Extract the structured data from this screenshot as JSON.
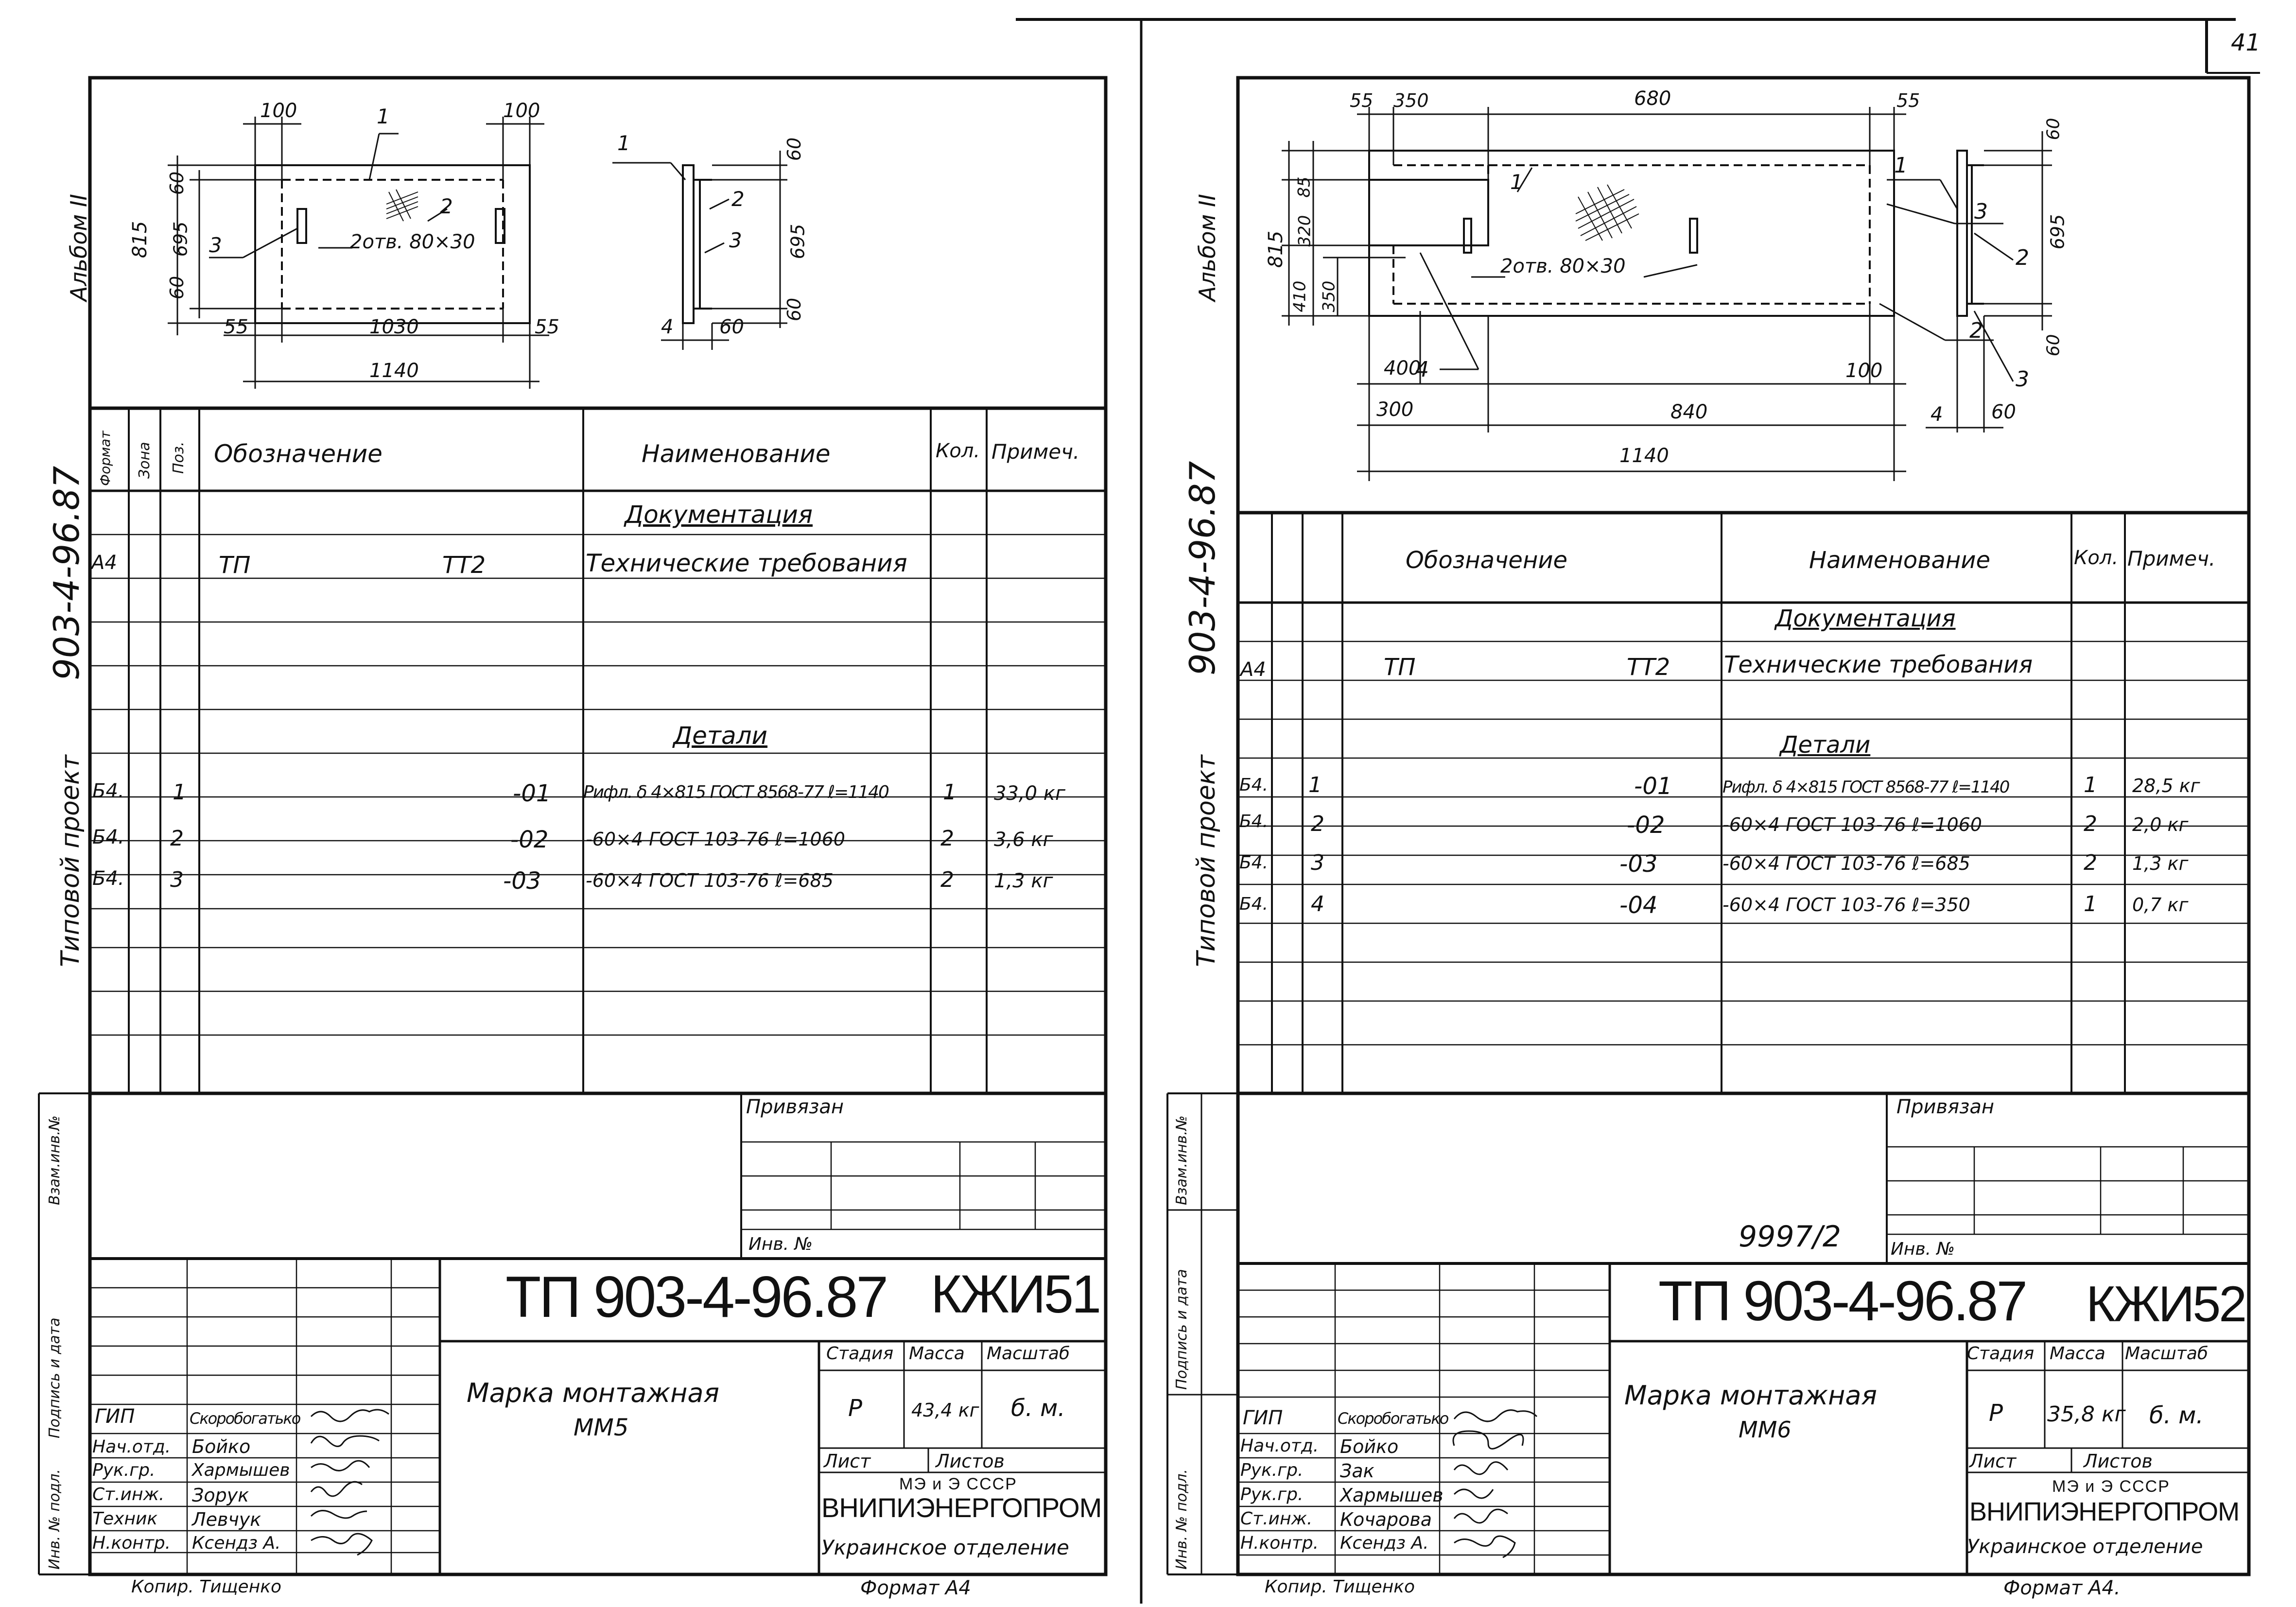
{
  "page_number": "41",
  "sheets": [
    {
      "album_label": "Альбом II",
      "project_label": "Типовой проект",
      "project_code": "903-4-96.87",
      "side_labels": [
        "Взам.инв.№",
        "Подпись и дата",
        "Инв. № подл."
      ],
      "drawing": {
        "dims": [
          "100",
          "100",
          "60",
          "695",
          "60",
          "815",
          "55",
          "1030",
          "55",
          "1140",
          "60",
          "695",
          "60",
          "60",
          "4"
        ],
        "callouts": [
          "1",
          "2",
          "3",
          "2",
          "3",
          "1"
        ],
        "hole_note": "2отв. 80×30"
      },
      "spec": {
        "headers": [
          "Формат",
          "Зона",
          "Поз.",
          "Обозначение",
          "Наименование",
          "Кол.",
          "Примеч."
        ],
        "section_doc": "Документация",
        "section_parts": "Детали",
        "doc_row": {
          "format": "А4",
          "designation": "ТП",
          "designation2": "ТТ2",
          "name": "Технические требования"
        },
        "rows": [
          {
            "format": "Б4.",
            "pos": "1",
            "designation": "-01",
            "name": "Рифл. δ 4×815 ГОСТ 8568-77 ℓ=1140",
            "qty": "1",
            "note": "33,0 кг"
          },
          {
            "format": "Б4.",
            "pos": "2",
            "designation": "-02",
            "name": "-60×4 ГОСТ 103-76  ℓ=1060",
            "qty": "2",
            "note": "3,6 кг"
          },
          {
            "format": "Б4.",
            "pos": "3",
            "designation": "-03",
            "name": "-60×4 ГОСТ 103-76  ℓ=685",
            "qty": "2",
            "note": "1,3 кг"
          }
        ]
      },
      "stamp": {
        "privyazan": "Привязан",
        "inv_no": "Инв. №",
        "code": "ТП  903-4-96.87",
        "mark": "КЖИ51",
        "title_line1": "Марка монтажная",
        "title_line2": "ММ5",
        "stage_label": "Стадия",
        "mass_label": "Масса",
        "scale_label": "Масштаб",
        "stage": "Р",
        "mass": "43,4 кг",
        "scale": "б. м.",
        "sheet_label": "Лист",
        "sheets_label": "Листов",
        "org1": "МЭ и Э СССР",
        "org2": "ВНИПИЭНЕРГОПРОМ",
        "org3": "Украинское отделение",
        "roles": [
          "ГИП",
          "Нач.отд.",
          "Рук.гр.",
          "Ст.инж.",
          "Техник",
          "Н.контр."
        ],
        "names": [
          "Скоробогатько",
          "Бойко",
          "Хармышев",
          "Зорук",
          "Левчук",
          "Ксендз А."
        ],
        "copy": "Копир. Тищенко",
        "format": "Формат А4"
      }
    },
    {
      "album_label": "Альбом II",
      "project_label": "Типовой проект",
      "project_code": "903-4-96.87",
      "side_labels": [
        "Взам.инв.№",
        "Подпись и дата",
        "Инв. № подл."
      ],
      "drawing": {
        "dims": [
          "55",
          "350",
          "680",
          "55",
          "85",
          "320",
          "410",
          "350",
          "815",
          "400",
          "100",
          "300",
          "840",
          "1140",
          "60",
          "695",
          "60",
          "4",
          "60"
        ],
        "callouts": [
          "1",
          "3",
          "2",
          "4",
          "1",
          "2",
          "3"
        ],
        "hole_note": "2отв. 80×30"
      },
      "spec": {
        "headers": [
          "Обозначение",
          "Наименование",
          "Кол.",
          "Примеч."
        ],
        "section_doc": "Документация",
        "section_parts": "Детали",
        "doc_row": {
          "format": "А4",
          "designation": "ТП",
          "designation2": "ТТ2",
          "name": "Технические требования"
        },
        "rows": [
          {
            "format": "Б4.",
            "pos": "1",
            "designation": "-01",
            "name": "Рифл. δ 4×815 ГОСТ 8568-77 ℓ=1140",
            "qty": "1",
            "note": "28,5 кг"
          },
          {
            "format": "Б4.",
            "pos": "2",
            "designation": "-02",
            "name": "-60×4 ГОСТ 103-76  ℓ=1060",
            "qty": "2",
            "note": "2,0 кг"
          },
          {
            "format": "Б4.",
            "pos": "3",
            "designation": "-03",
            "name": "-60×4 ГОСТ 103-76  ℓ=685",
            "qty": "2",
            "note": "1,3 кг"
          },
          {
            "format": "Б4.",
            "pos": "4",
            "designation": "-04",
            "name": "-60×4 ГОСТ 103-76  ℓ=350",
            "qty": "1",
            "note": "0,7 кг"
          }
        ]
      },
      "stamp": {
        "privyazan": "Привязан",
        "inv_no": "Инв. №",
        "inv_value": "9997/2",
        "code": "ТП  903-4-96.87",
        "mark": "КЖИ52",
        "title_line1": "Марка монтажная",
        "title_line2": "ММ6",
        "stage_label": "Стадия",
        "mass_label": "Масса",
        "scale_label": "Масштаб",
        "stage": "Р",
        "mass": "35,8 кг",
        "scale": "б. м.",
        "sheet_label": "Лист",
        "sheets_label": "Листов",
        "org1": "МЭ и Э СССР",
        "org2": "ВНИПИЭНЕРГОПРОМ",
        "org3": "Украинское отделение",
        "roles": [
          "ГИП",
          "Нач.отд.",
          "Рук.гр.",
          "Рук.гр.",
          "Ст.инж.",
          "Н.контр."
        ],
        "names": [
          "Скоробогатько",
          "Бойко",
          "Зак",
          "Хармышев",
          "Кочарова",
          "Ксендз А."
        ],
        "copy": "Копир. Тищенко",
        "format": "Формат А4."
      }
    }
  ]
}
